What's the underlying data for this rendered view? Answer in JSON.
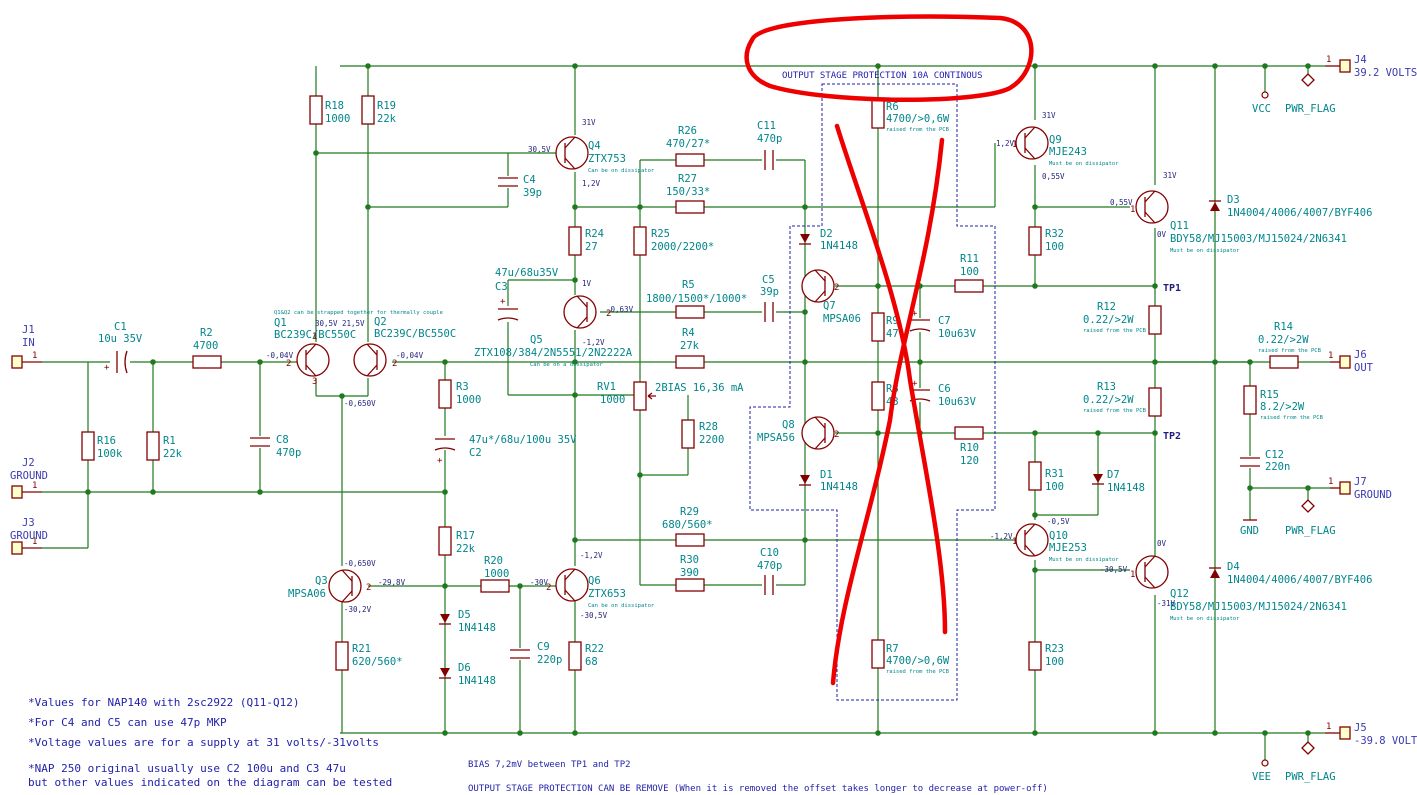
{
  "annotation": {
    "protection_title": "OUTPUT STAGE PROTECTION 10A CONTINOUS"
  },
  "connectors": {
    "j1": {
      "ref": "J1",
      "label": "IN"
    },
    "j2": {
      "ref": "J2",
      "label": "GROUND"
    },
    "j3": {
      "ref": "J3",
      "label": "GROUND"
    },
    "j4": {
      "ref": "J4",
      "label": "39.2 VOLTS"
    },
    "j5": {
      "ref": "J5",
      "label": "-39.8 VOLTS"
    },
    "j6": {
      "ref": "J6",
      "label": "OUT"
    },
    "j7": {
      "ref": "J7",
      "label": "GROUND"
    },
    "pin": "1"
  },
  "power": {
    "vcc": "VCC",
    "vee": "VEE",
    "gnd": "GND",
    "pwr_flag": "PWR_FLAG"
  },
  "resistors": {
    "r1": {
      "ref": "R1",
      "value": "22k"
    },
    "r2": {
      "ref": "R2",
      "value": "4700"
    },
    "r3": {
      "ref": "R3",
      "value": "1000"
    },
    "r4": {
      "ref": "R4",
      "value": "27k"
    },
    "r5": {
      "ref": "R5",
      "value": "1800/1500*/1000*"
    },
    "r6": {
      "ref": "R6",
      "value": "4700/>0,6W",
      "note": "raised from the PCB"
    },
    "r7": {
      "ref": "R7",
      "value": "4700/>0,6W",
      "note": "raised from the PCB"
    },
    "r8": {
      "ref": "R8",
      "value": "43"
    },
    "r9": {
      "ref": "R9",
      "value": "47"
    },
    "r10": {
      "ref": "R10",
      "value": "120"
    },
    "r11": {
      "ref": "R11",
      "value": "100"
    },
    "r12": {
      "ref": "R12",
      "value": "0.22/>2W",
      "note": "raised from the PCB"
    },
    "r13": {
      "ref": "R13",
      "value": "0.22/>2W",
      "note": "raised from the PCB"
    },
    "r14": {
      "ref": "R14",
      "value": "0.22/>2W",
      "note": "raised from the PCB"
    },
    "r15": {
      "ref": "R15",
      "value": "8.2/>2W",
      "note": "raised from the PCB"
    },
    "r16": {
      "ref": "R16",
      "value": "100k"
    },
    "r17": {
      "ref": "R17",
      "value": "22k"
    },
    "r18": {
      "ref": "R18",
      "value": "1000"
    },
    "r19": {
      "ref": "R19",
      "value": "22k"
    },
    "r20": {
      "ref": "R20",
      "value": "1000"
    },
    "r21": {
      "ref": "R21",
      "value": "620/560*"
    },
    "r22": {
      "ref": "R22",
      "value": "68"
    },
    "r23": {
      "ref": "R23",
      "value": "100"
    },
    "r24": {
      "ref": "R24",
      "value": "27"
    },
    "r25": {
      "ref": "R25",
      "value": "2000/2200*"
    },
    "r26": {
      "ref": "R26",
      "value": "470/27*"
    },
    "r27": {
      "ref": "R27",
      "value": "150/33*"
    },
    "r28": {
      "ref": "R28",
      "value": "2200"
    },
    "r29": {
      "ref": "R29",
      "value": "680/560*"
    },
    "r30": {
      "ref": "R30",
      "value": "390"
    },
    "r31": {
      "ref": "R31",
      "value": "100"
    },
    "r32": {
      "ref": "R32",
      "value": "100"
    },
    "rv1": {
      "ref": "RV1",
      "value": "1000",
      "label": "2BIAS 16,36 mA"
    }
  },
  "capacitors": {
    "c1": {
      "ref": "C1",
      "value": "10u 35V"
    },
    "c2": {
      "ref": "C2",
      "value": "47u*/68u/100u 35V"
    },
    "c3": {
      "ref": "C3",
      "value": "47u/68u35V"
    },
    "c4": {
      "ref": "C4",
      "value": "39p"
    },
    "c5": {
      "ref": "C5",
      "value": "39p"
    },
    "c6": {
      "ref": "C6",
      "value": "10u63V"
    },
    "c7": {
      "ref": "C7",
      "value": "10u63V"
    },
    "c8": {
      "ref": "C8",
      "value": "470p"
    },
    "c9": {
      "ref": "C9",
      "value": "220p"
    },
    "c10": {
      "ref": "C10",
      "value": "470p"
    },
    "c11": {
      "ref": "C11",
      "value": "470p"
    },
    "c12": {
      "ref": "C12",
      "value": "220n"
    }
  },
  "diodes": {
    "d1": {
      "ref": "D1",
      "value": "1N4148"
    },
    "d2": {
      "ref": "D2",
      "value": "1N4148"
    },
    "d3": {
      "ref": "D3",
      "value": "1N4004/4006/4007/BYF406"
    },
    "d4": {
      "ref": "D4",
      "value": "1N4004/4006/4007/BYF406"
    },
    "d5": {
      "ref": "D5",
      "value": "1N4148"
    },
    "d6": {
      "ref": "D6",
      "value": "1N4148"
    },
    "d7": {
      "ref": "D7",
      "value": "1N4148"
    }
  },
  "transistors": {
    "q1": {
      "ref": "Q1",
      "value": "BC239C/BC550C"
    },
    "q2": {
      "ref": "Q2",
      "value": "BC239C/BC550C"
    },
    "q3": {
      "ref": "Q3",
      "value": "MPSA06"
    },
    "q4": {
      "ref": "Q4",
      "value": "ZTX753",
      "note": "Can be on dissipator"
    },
    "q5": {
      "ref": "Q5",
      "value": "ZTX108/384/2N5551/2N2222A",
      "note": "Can be on a dissipator"
    },
    "q6": {
      "ref": "Q6",
      "value": "ZTX653",
      "note": "Can be on dissipator"
    },
    "q7": {
      "ref": "Q7",
      "value": "MPSA06"
    },
    "q8": {
      "ref": "Q8",
      "value": "MPSA56"
    },
    "q9": {
      "ref": "Q9",
      "value": "MJE243",
      "note": "Must be on dissipator"
    },
    "q10": {
      "ref": "Q10",
      "value": "MJE253",
      "note": "Must be on dissipator"
    },
    "q11": {
      "ref": "Q11",
      "value": "BDY58/MJ15003/MJ15024/2N6341",
      "note": "Must be on dissipator"
    },
    "q12": {
      "ref": "Q12",
      "value": "BDY58/MJ15003/MJ15024/2N6341",
      "note": "Must be on dissipator"
    },
    "q12_note": "Q1&Q2 can be strapped together for thermally couple"
  },
  "voltages": {
    "v_31v": "31V",
    "v_30_5v": "30,5V",
    "v_1_2v": "1,2V",
    "v_1v": "1V",
    "v_m0_63v": "-0,63V",
    "v_m1_2v": "-1,2V",
    "v_30_5v_b": "30,5V",
    "v_21_5v": "21,5V",
    "v_m0_04v_a": "-0,04V",
    "v_m0_04v_b": "-0,04V",
    "v_m0_650v": "-0,650V",
    "v_m0_650v_b": "-0,650V",
    "v_m29_8v": "-29,8V",
    "v_m30_2v": "-30,2V",
    "v_m30v": "-30V",
    "v_m1_2v_b": "-1,2V",
    "v_m30_5v": "-30,5V",
    "v_q9_c": "31V",
    "v_q9_b": "1,2V",
    "v_q9_e": "0,55V",
    "v_q11_c": "31V",
    "v_q11_b": "0,55V",
    "v_q11_e": "0V",
    "v_q10_e": "-0,5V",
    "v_q10_b": "-1,2V",
    "v_q12_c": "0V",
    "v_q12_b": "-30,5V",
    "v_q12_e": "-31V"
  },
  "test_points": {
    "tp1": "TP1",
    "tp2": "TP2"
  },
  "pin_numbers": {
    "p1": "1",
    "p2": "2",
    "p3": "3"
  },
  "notes": {
    "n1": "*Values for NAP140 with 2sc2922 (Q11-Q12)",
    "n2": "*For C4 and C5 can use 47p MKP",
    "n3": "*Voltage values are for a supply at 31 volts/-31volts",
    "n4": "*NAP 250 original usually use C2 100u and C3 47u",
    "n5": " but other values indicated on the diagram can be tested",
    "bias": "BIAS 7,2mV between TP1 and TP2",
    "protection_remove": "OUTPUT STAGE PROTECTION CAN BE REMOVE (When it is removed the offset takes longer to decrease at power-off)"
  },
  "colors": {
    "wire": "#1f7a1f",
    "component": "#840000",
    "label": "#00868b",
    "markup": "#ee0000"
  }
}
